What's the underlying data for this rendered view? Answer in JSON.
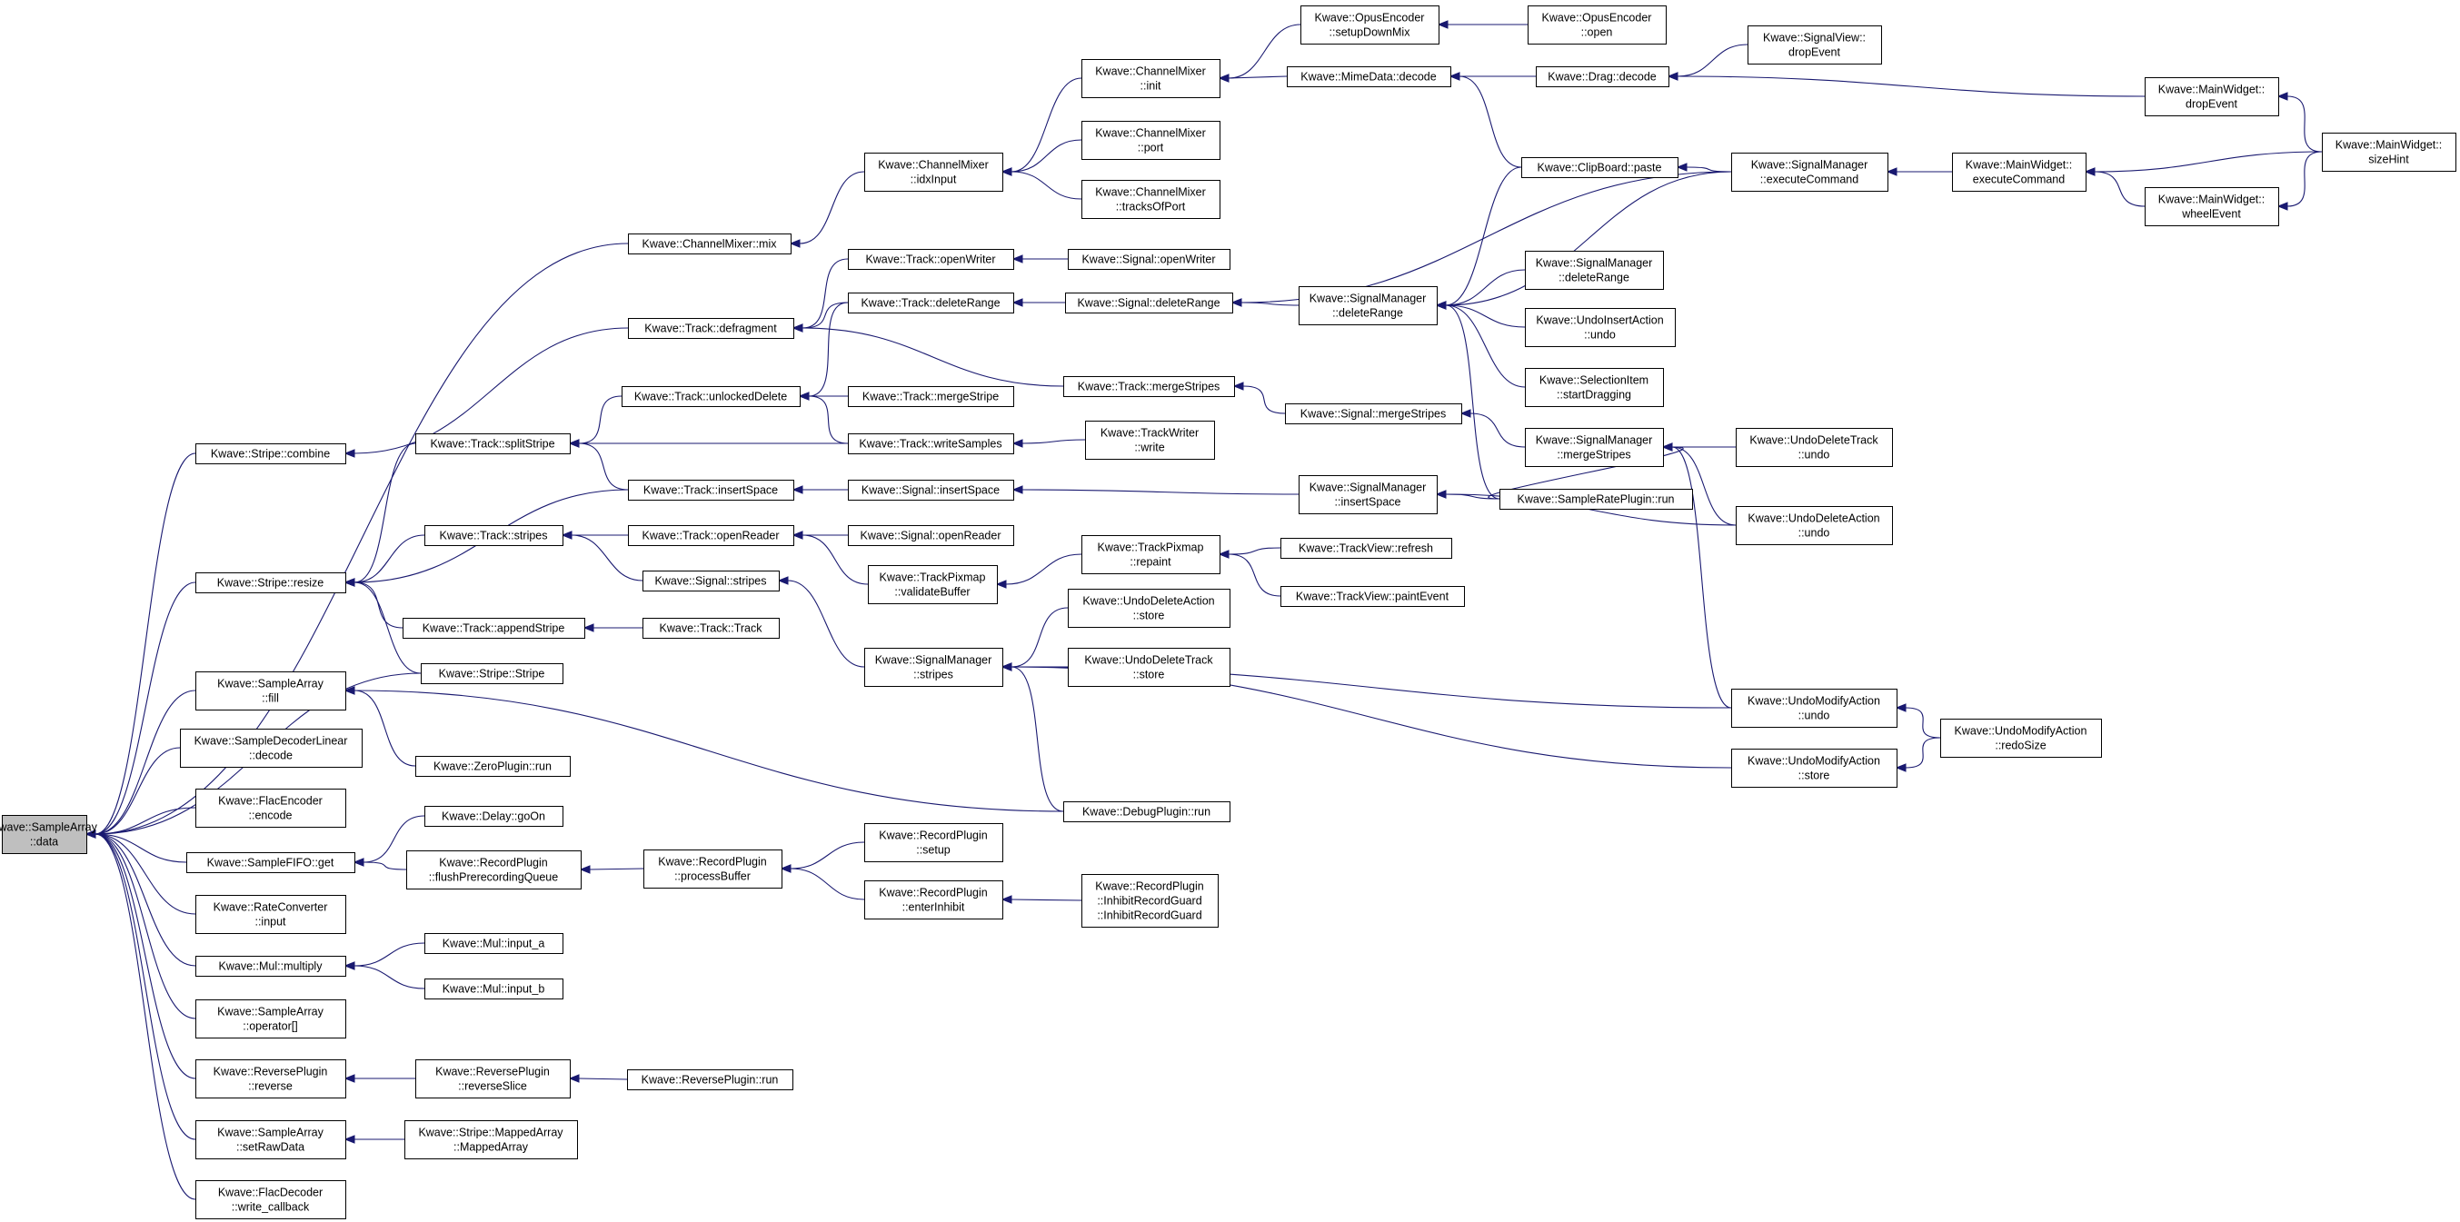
{
  "colors": {
    "edge": "#191970",
    "root_fill": "#bfbfbf",
    "node_fill": "#ffffff",
    "node_border": "#000000"
  },
  "nodes": [
    {
      "id": "root",
      "lines": [
        "Kwave::SampleArray",
        "::data"
      ]
    },
    {
      "id": "cm_mix",
      "lines": [
        "Kwave::ChannelMixer::mix"
      ]
    },
    {
      "id": "cm_idx",
      "lines": [
        "Kwave::ChannelMixer",
        "::idxInput"
      ]
    },
    {
      "id": "cm_init",
      "lines": [
        "Kwave::ChannelMixer",
        "::init"
      ]
    },
    {
      "id": "cm_port",
      "lines": [
        "Kwave::ChannelMixer",
        "::port"
      ]
    },
    {
      "id": "cm_tracks",
      "lines": [
        "Kwave::ChannelMixer",
        "::tracksOfPort"
      ]
    },
    {
      "id": "opus_setup",
      "lines": [
        "Kwave::OpusEncoder",
        "::setupDownMix"
      ]
    },
    {
      "id": "opus_open",
      "lines": [
        "Kwave::OpusEncoder",
        "::open"
      ]
    },
    {
      "id": "mime_decode",
      "lines": [
        "Kwave::MimeData::decode"
      ]
    },
    {
      "id": "drag_decode",
      "lines": [
        "Kwave::Drag::decode"
      ]
    },
    {
      "id": "sv_drop",
      "lines": [
        "Kwave::SignalView::",
        "dropEvent"
      ]
    },
    {
      "id": "mw_drop",
      "lines": [
        "Kwave::MainWidget::",
        "dropEvent"
      ]
    },
    {
      "id": "mw_size",
      "lines": [
        "Kwave::MainWidget::",
        "sizeHint"
      ]
    },
    {
      "id": "clip_paste",
      "lines": [
        "Kwave::ClipBoard::paste"
      ]
    },
    {
      "id": "sm_exec",
      "lines": [
        "Kwave::SignalManager",
        "::executeCommand"
      ]
    },
    {
      "id": "mw_exec",
      "lines": [
        "Kwave::MainWidget::",
        "executeCommand"
      ]
    },
    {
      "id": "mw_wheel",
      "lines": [
        "Kwave::MainWidget::",
        "wheelEvent"
      ]
    },
    {
      "id": "trk_openwriter",
      "lines": [
        "Kwave::Track::openWriter"
      ]
    },
    {
      "id": "sig_openwriter",
      "lines": [
        "Kwave::Signal::openWriter"
      ]
    },
    {
      "id": "trk_defrag",
      "lines": [
        "Kwave::Track::defragment"
      ]
    },
    {
      "id": "trk_delrange",
      "lines": [
        "Kwave::Track::deleteRange"
      ]
    },
    {
      "id": "sig_delrange",
      "lines": [
        "Kwave::Signal::deleteRange"
      ]
    },
    {
      "id": "sm_delrange",
      "lines": [
        "Kwave::SignalManager",
        "::deleteRange"
      ]
    },
    {
      "id": "sm_delrange2",
      "lines": [
        "Kwave::SignalManager",
        "::deleteRange"
      ]
    },
    {
      "id": "undo_insert",
      "lines": [
        "Kwave::UndoInsertAction",
        "::undo"
      ]
    },
    {
      "id": "sel_drag",
      "lines": [
        "Kwave::SelectionItem",
        "::startDragging"
      ]
    },
    {
      "id": "trk_merge",
      "lines": [
        "Kwave::Track::mergeStripes"
      ]
    },
    {
      "id": "sig_merge",
      "lines": [
        "Kwave::Signal::mergeStripes"
      ]
    },
    {
      "id": "sm_merge",
      "lines": [
        "Kwave::SignalManager",
        "::mergeStripes"
      ]
    },
    {
      "id": "udt_undo",
      "lines": [
        "Kwave::UndoDeleteTrack",
        "::undo"
      ]
    },
    {
      "id": "uda_undo",
      "lines": [
        "Kwave::UndoDeleteAction",
        "::undo"
      ]
    },
    {
      "id": "stripe_combine",
      "lines": [
        "Kwave::Stripe::combine"
      ]
    },
    {
      "id": "trk_unlocked",
      "lines": [
        "Kwave::Track::unlockedDelete"
      ]
    },
    {
      "id": "trk_mergestripe",
      "lines": [
        "Kwave::Track::mergeStripe"
      ]
    },
    {
      "id": "trk_split",
      "lines": [
        "Kwave::Track::splitStripe"
      ]
    },
    {
      "id": "trk_write",
      "lines": [
        "Kwave::Track::writeSamples"
      ]
    },
    {
      "id": "tw_write",
      "lines": [
        "Kwave::TrackWriter",
        "::write"
      ]
    },
    {
      "id": "trk_insspace",
      "lines": [
        "Kwave::Track::insertSpace"
      ]
    },
    {
      "id": "sig_insspace",
      "lines": [
        "Kwave::Signal::insertSpace"
      ]
    },
    {
      "id": "sm_insspace",
      "lines": [
        "Kwave::SignalManager",
        "::insertSpace"
      ]
    },
    {
      "id": "srp_run",
      "lines": [
        "Kwave::SampleRatePlugin::run"
      ]
    },
    {
      "id": "trk_stripes",
      "lines": [
        "Kwave::Track::stripes"
      ]
    },
    {
      "id": "trk_openreader",
      "lines": [
        "Kwave::Track::openReader"
      ]
    },
    {
      "id": "sig_openreader",
      "lines": [
        "Kwave::Signal::openReader"
      ]
    },
    {
      "id": "tp_validate",
      "lines": [
        "Kwave::TrackPixmap",
        "::validateBuffer"
      ]
    },
    {
      "id": "tp_repaint",
      "lines": [
        "Kwave::TrackPixmap",
        "::repaint"
      ]
    },
    {
      "id": "tv_refresh",
      "lines": [
        "Kwave::TrackView::refresh"
      ]
    },
    {
      "id": "tv_paint",
      "lines": [
        "Kwave::TrackView::paintEvent"
      ]
    },
    {
      "id": "stripe_resize",
      "lines": [
        "Kwave::Stripe::resize"
      ]
    },
    {
      "id": "sig_stripes",
      "lines": [
        "Kwave::Signal::stripes"
      ]
    },
    {
      "id": "trk_append",
      "lines": [
        "Kwave::Track::appendStripe"
      ]
    },
    {
      "id": "trk_track",
      "lines": [
        "Kwave::Track::Track"
      ]
    },
    {
      "id": "stripe_stripe",
      "lines": [
        "Kwave::Stripe::Stripe"
      ]
    },
    {
      "id": "sm_stripes",
      "lines": [
        "Kwave::SignalManager",
        "::stripes"
      ]
    },
    {
      "id": "uda_store",
      "lines": [
        "Kwave::UndoDeleteAction",
        "::store"
      ]
    },
    {
      "id": "udt_store",
      "lines": [
        "Kwave::UndoDeleteTrack",
        "::store"
      ]
    },
    {
      "id": "uma_undo",
      "lines": [
        "Kwave::UndoModifyAction",
        "::undo"
      ]
    },
    {
      "id": "uma_redo",
      "lines": [
        "Kwave::UndoModifyAction",
        "::redoSize"
      ]
    },
    {
      "id": "uma_store",
      "lines": [
        "Kwave::UndoModifyAction",
        "::store"
      ]
    },
    {
      "id": "sa_fill",
      "lines": [
        "Kwave::SampleArray",
        "::fill"
      ]
    },
    {
      "id": "zero_run",
      "lines": [
        "Kwave::ZeroPlugin::run"
      ]
    },
    {
      "id": "sdl_decode",
      "lines": [
        "Kwave::SampleDecoderLinear",
        "::decode"
      ]
    },
    {
      "id": "debug_run",
      "lines": [
        "Kwave::DebugPlugin::run"
      ]
    },
    {
      "id": "flac_enc",
      "lines": [
        "Kwave::FlacEncoder",
        "::encode"
      ]
    },
    {
      "id": "delay_goon",
      "lines": [
        "Kwave::Delay::goOn"
      ]
    },
    {
      "id": "fifo_get",
      "lines": [
        "Kwave::SampleFIFO::get"
      ]
    },
    {
      "id": "rp_flush",
      "lines": [
        "Kwave::RecordPlugin",
        "::flushPrerecordingQueue"
      ]
    },
    {
      "id": "rp_process",
      "lines": [
        "Kwave::RecordPlugin",
        "::processBuffer"
      ]
    },
    {
      "id": "rp_setup",
      "lines": [
        "Kwave::RecordPlugin",
        "::setup"
      ]
    },
    {
      "id": "rp_inhibit",
      "lines": [
        "Kwave::RecordPlugin",
        "::enterInhibit"
      ]
    },
    {
      "id": "rp_guard",
      "lines": [
        "Kwave::RecordPlugin",
        "::InhibitRecordGuard",
        "::InhibitRecordGuard"
      ]
    },
    {
      "id": "rate_input",
      "lines": [
        "Kwave::RateConverter",
        "::input"
      ]
    },
    {
      "id": "mul_multiply",
      "lines": [
        "Kwave::Mul::multiply"
      ]
    },
    {
      "id": "mul_a",
      "lines": [
        "Kwave::Mul::input_a"
      ]
    },
    {
      "id": "mul_b",
      "lines": [
        "Kwave::Mul::input_b"
      ]
    },
    {
      "id": "sa_op",
      "lines": [
        "Kwave::SampleArray",
        "::operator[]"
      ]
    },
    {
      "id": "rev_reverse",
      "lines": [
        "Kwave::ReversePlugin",
        "::reverse"
      ]
    },
    {
      "id": "rev_slice",
      "lines": [
        "Kwave::ReversePlugin",
        "::reverseSlice"
      ]
    },
    {
      "id": "rev_run",
      "lines": [
        "Kwave::ReversePlugin::run"
      ]
    },
    {
      "id": "sa_setraw",
      "lines": [
        "Kwave::SampleArray",
        "::setRawData"
      ]
    },
    {
      "id": "mapped",
      "lines": [
        "Kwave::Stripe::MappedArray",
        "::MappedArray"
      ]
    },
    {
      "id": "flac_dec",
      "lines": [
        "Kwave::FlacDecoder",
        "::write_callback"
      ]
    }
  ],
  "edges": [
    [
      "cm_mix",
      "root"
    ],
    [
      "stripe_combine",
      "root"
    ],
    [
      "stripe_resize",
      "root"
    ],
    [
      "stripe_stripe",
      "root"
    ],
    [
      "sa_fill",
      "root"
    ],
    [
      "sdl_decode",
      "root"
    ],
    [
      "flac_enc",
      "root"
    ],
    [
      "fifo_get",
      "root"
    ],
    [
      "rate_input",
      "root"
    ],
    [
      "mul_multiply",
      "root"
    ],
    [
      "sa_op",
      "root"
    ],
    [
      "rev_reverse",
      "root"
    ],
    [
      "sa_setraw",
      "root"
    ],
    [
      "flac_dec",
      "root"
    ],
    [
      "cm_idx",
      "cm_mix"
    ],
    [
      "cm_init",
      "cm_idx"
    ],
    [
      "cm_port",
      "cm_idx"
    ],
    [
      "cm_tracks",
      "cm_idx"
    ],
    [
      "opus_setup",
      "cm_init"
    ],
    [
      "mime_decode",
      "cm_init"
    ],
    [
      "opus_open",
      "opus_setup"
    ],
    [
      "drag_decode",
      "mime_decode"
    ],
    [
      "clip_paste",
      "mime_decode"
    ],
    [
      "sv_drop",
      "drag_decode"
    ],
    [
      "mw_drop",
      "drag_decode"
    ],
    [
      "mw_size",
      "mw_drop"
    ],
    [
      "sm_exec",
      "clip_paste"
    ],
    [
      "mw_exec",
      "sm_exec"
    ],
    [
      "mw_size",
      "mw_exec"
    ],
    [
      "mw_wheel",
      "mw_exec"
    ],
    [
      "mw_size",
      "mw_wheel"
    ],
    [
      "trk_defrag",
      "stripe_combine"
    ],
    [
      "trk_openwriter",
      "trk_defrag"
    ],
    [
      "trk_delrange",
      "trk_defrag"
    ],
    [
      "trk_merge",
      "trk_defrag"
    ],
    [
      "sig_openwriter",
      "trk_openwriter"
    ],
    [
      "sig_delrange",
      "trk_delrange"
    ],
    [
      "sm_delrange",
      "sig_delrange"
    ],
    [
      "sm_exec",
      "sig_delrange"
    ],
    [
      "clip_paste",
      "sm_delrange"
    ],
    [
      "sm_exec",
      "sm_delrange"
    ],
    [
      "sm_delrange2",
      "sm_delrange"
    ],
    [
      "undo_insert",
      "sm_delrange"
    ],
    [
      "sel_drag",
      "sm_delrange"
    ],
    [
      "srp_run",
      "sm_delrange"
    ],
    [
      "sig_merge",
      "trk_merge"
    ],
    [
      "sm_merge",
      "sig_merge"
    ],
    [
      "udt_undo",
      "sm_merge"
    ],
    [
      "uda_undo",
      "sm_merge"
    ],
    [
      "srp_run",
      "sm_merge"
    ],
    [
      "uma_undo",
      "sm_merge"
    ],
    [
      "trk_split",
      "stripe_resize"
    ],
    [
      "trk_unlocked",
      "trk_split"
    ],
    [
      "trk_write",
      "trk_split"
    ],
    [
      "trk_insspace",
      "trk_split"
    ],
    [
      "trk_delrange",
      "trk_unlocked"
    ],
    [
      "trk_mergestripe",
      "trk_unlocked"
    ],
    [
      "trk_write",
      "trk_unlocked"
    ],
    [
      "tw_write",
      "trk_write"
    ],
    [
      "trk_insspace",
      "stripe_resize"
    ],
    [
      "sig_insspace",
      "trk_insspace"
    ],
    [
      "sm_insspace",
      "sig_insspace"
    ],
    [
      "srp_run",
      "sm_insspace"
    ],
    [
      "uda_undo",
      "sm_insspace"
    ],
    [
      "trk_stripes",
      "stripe_resize"
    ],
    [
      "trk_openreader",
      "trk_stripes"
    ],
    [
      "sig_stripes",
      "trk_stripes"
    ],
    [
      "sig_openreader",
      "trk_openreader"
    ],
    [
      "tp_validate",
      "trk_openreader"
    ],
    [
      "tp_repaint",
      "tp_validate"
    ],
    [
      "tv_refresh",
      "tp_repaint"
    ],
    [
      "tv_paint",
      "tp_repaint"
    ],
    [
      "sm_stripes",
      "sig_stripes"
    ],
    [
      "uda_store",
      "sm_stripes"
    ],
    [
      "udt_store",
      "sm_stripes"
    ],
    [
      "uma_undo",
      "sm_stripes"
    ],
    [
      "uma_store",
      "sm_stripes"
    ],
    [
      "debug_run",
      "sm_stripes"
    ],
    [
      "uma_redo",
      "uma_undo"
    ],
    [
      "uma_redo",
      "uma_store"
    ],
    [
      "trk_append",
      "stripe_resize"
    ],
    [
      "trk_track",
      "trk_append"
    ],
    [
      "stripe_stripe",
      "stripe_resize"
    ],
    [
      "zero_run",
      "sa_fill"
    ],
    [
      "debug_run",
      "sa_fill"
    ],
    [
      "delay_goon",
      "fifo_get"
    ],
    [
      "rp_flush",
      "fifo_get"
    ],
    [
      "rp_process",
      "rp_flush"
    ],
    [
      "rp_setup",
      "rp_process"
    ],
    [
      "rp_inhibit",
      "rp_process"
    ],
    [
      "rp_guard",
      "rp_inhibit"
    ],
    [
      "mul_a",
      "mul_multiply"
    ],
    [
      "mul_b",
      "mul_multiply"
    ],
    [
      "rev_slice",
      "rev_reverse"
    ],
    [
      "rev_run",
      "rev_slice"
    ],
    [
      "mapped",
      "sa_setraw"
    ]
  ]
}
